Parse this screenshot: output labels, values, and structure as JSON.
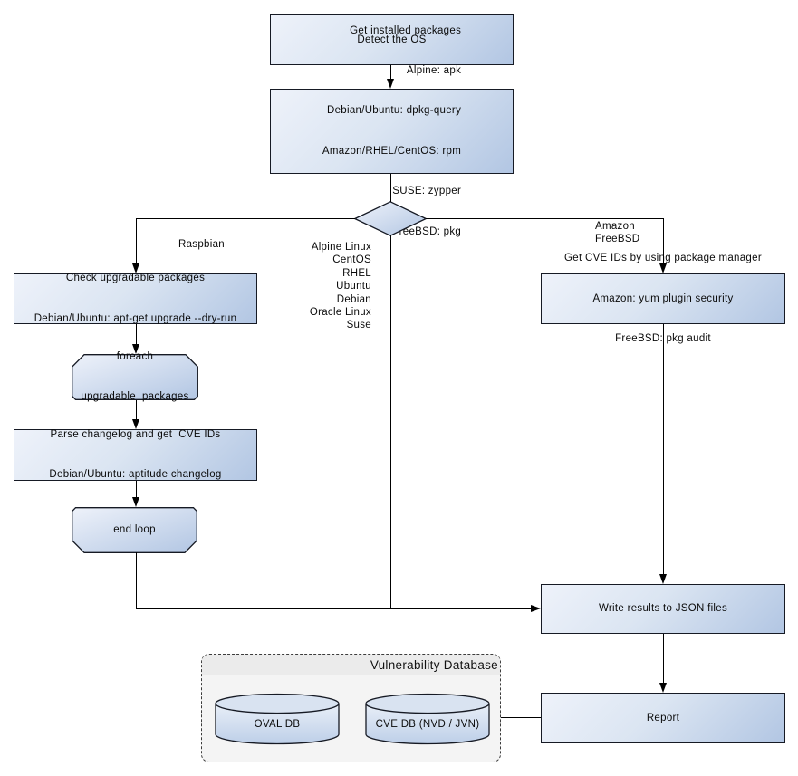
{
  "colors": {
    "node_gradient_start": "#eef2fa",
    "node_gradient_end": "#b2c6e3",
    "node_border": "#161a24",
    "edge": "#000000",
    "cylinder_top": "#d9e3f1",
    "cylinder_body_start": "#e9eff8",
    "cylinder_body_end": "#bdcfe8",
    "panel_bg": "#f4f4f4",
    "panel_header_bg": "#ebebeb",
    "panel_border": "#3c3c3c"
  },
  "nodes": {
    "detect_os": {
      "label": "Detect the OS"
    },
    "get_installed_packages": {
      "lines": [
        "Get installed packages",
        "Alpine: apk",
        "Debian/Ubuntu: dpkg-query",
        "Amazon/RHEL/CentOS: rpm",
        "SUSE: zypper",
        "FreeBSD: pkg"
      ]
    },
    "check_upgradable": {
      "lines": [
        "Check upgradable packages",
        "Debian/Ubuntu: apt-get upgrade --dry-run"
      ]
    },
    "foreach_loop": {
      "lines": [
        "foreach",
        "upgradable  packages"
      ]
    },
    "parse_changelog": {
      "lines": [
        "Parse changelog and get  CVE IDs",
        "Debian/Ubuntu: aptitude changelog"
      ]
    },
    "end_loop": {
      "label": "end loop"
    },
    "get_cve_ids": {
      "lines": [
        "Get CVE IDs by using package manager",
        "Amazon: yum plugin security",
        "FreeBSD: pkg audit"
      ]
    },
    "write_results": {
      "label": "Write results to JSON files"
    },
    "report": {
      "label": "Report"
    }
  },
  "edge_labels": {
    "raspbian": "Raspbian",
    "os_list": [
      "Alpine Linux",
      "CentOS",
      "RHEL",
      "Ubuntu",
      "Debian",
      "Oracle Linux",
      "Suse"
    ],
    "amazon_freebsd": [
      "Amazon",
      "FreeBSD"
    ]
  },
  "database_panel": {
    "title": "Vulnerability Database",
    "cylinders": [
      {
        "label": "OVAL DB"
      },
      {
        "label": "CVE DB (NVD / JVN)"
      }
    ]
  }
}
